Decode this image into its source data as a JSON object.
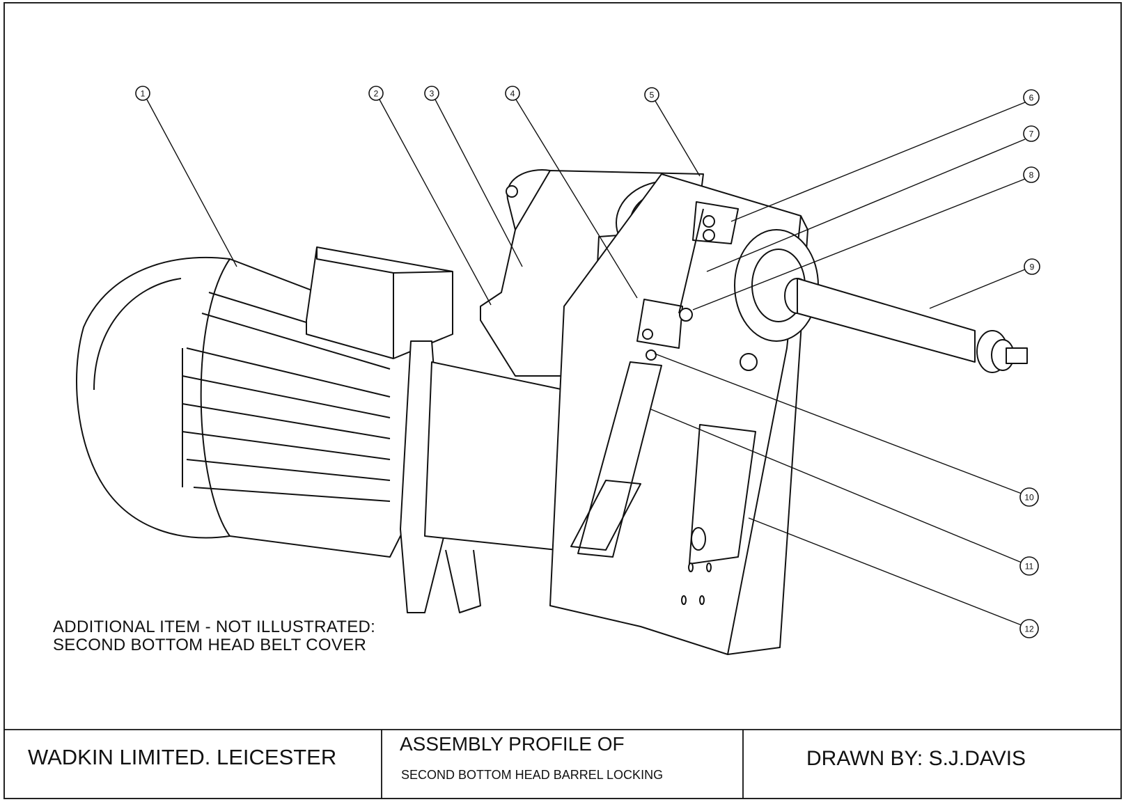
{
  "drawing": {
    "callouts": [
      "1",
      "2",
      "3",
      "4",
      "5",
      "6",
      "7",
      "8",
      "9",
      "10",
      "11",
      "12"
    ],
    "note_line_1": "ADDITIONAL ITEM - NOT ILLUSTRATED:",
    "note_line_2": "SECOND BOTTOM HEAD BELT COVER"
  },
  "title_block": {
    "company": "WADKIN LIMITED. LEICESTER",
    "title": "ASSEMBLY PROFILE OF",
    "subtitle": "SECOND BOTTOM HEAD BARREL LOCKING",
    "drawn_by": "DRAWN BY: S.J.DAVIS"
  }
}
